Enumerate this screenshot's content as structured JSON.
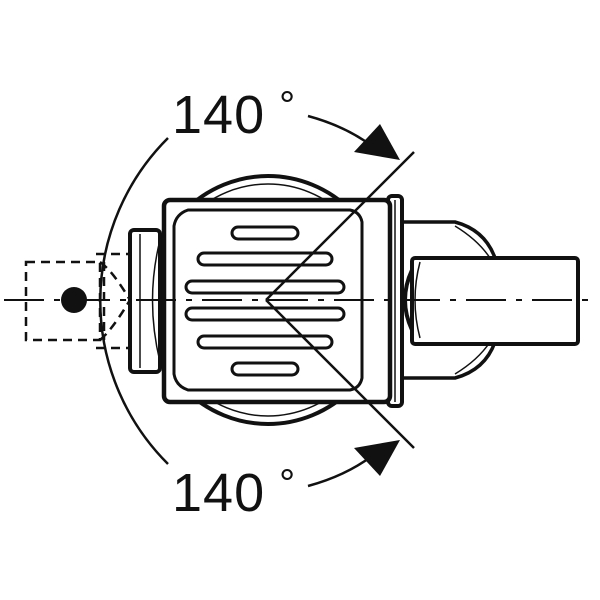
{
  "diagram": {
    "subject": "floor drain with rotatable outlet (top view)",
    "annotations": {
      "top_angle": {
        "value": "140",
        "unit": "°"
      },
      "bottom_angle": {
        "value": "140",
        "unit": "°"
      }
    },
    "colors": {
      "stroke": "#111111",
      "background": "#ffffff"
    }
  }
}
